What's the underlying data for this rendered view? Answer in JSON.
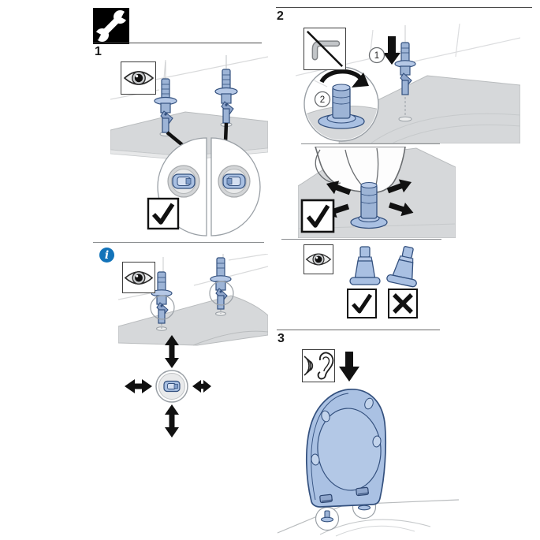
{
  "sheet": {
    "steps": [
      {
        "number": "1"
      },
      {
        "number": "2"
      },
      {
        "number": "3"
      }
    ],
    "step2": {
      "substep1": "1",
      "substep2": "2"
    },
    "info_glyph": "i"
  },
  "icons": {
    "tools": "wrench-icon",
    "observe": "eye-icon",
    "info": "info-icon",
    "forbidden_tool": "hex-key-crossed-icon",
    "listen": "ear-icon",
    "check": "✓",
    "cross": "✗",
    "arrows": [
      "down-arrow",
      "four-way-move-arrows",
      "outward-press-arrows",
      "rotate-arrow"
    ]
  },
  "palette": {
    "part_blue": "#a9c0e2",
    "part_blue_dark": "#9db4d6",
    "part_blue_light": "#cfdcf0",
    "part_outline": "#33507e",
    "info_blue": "#1273b9",
    "ceramic_gray": "#d6d8da",
    "line_gray": "#9aa0a6",
    "ink_black": "#111111"
  }
}
